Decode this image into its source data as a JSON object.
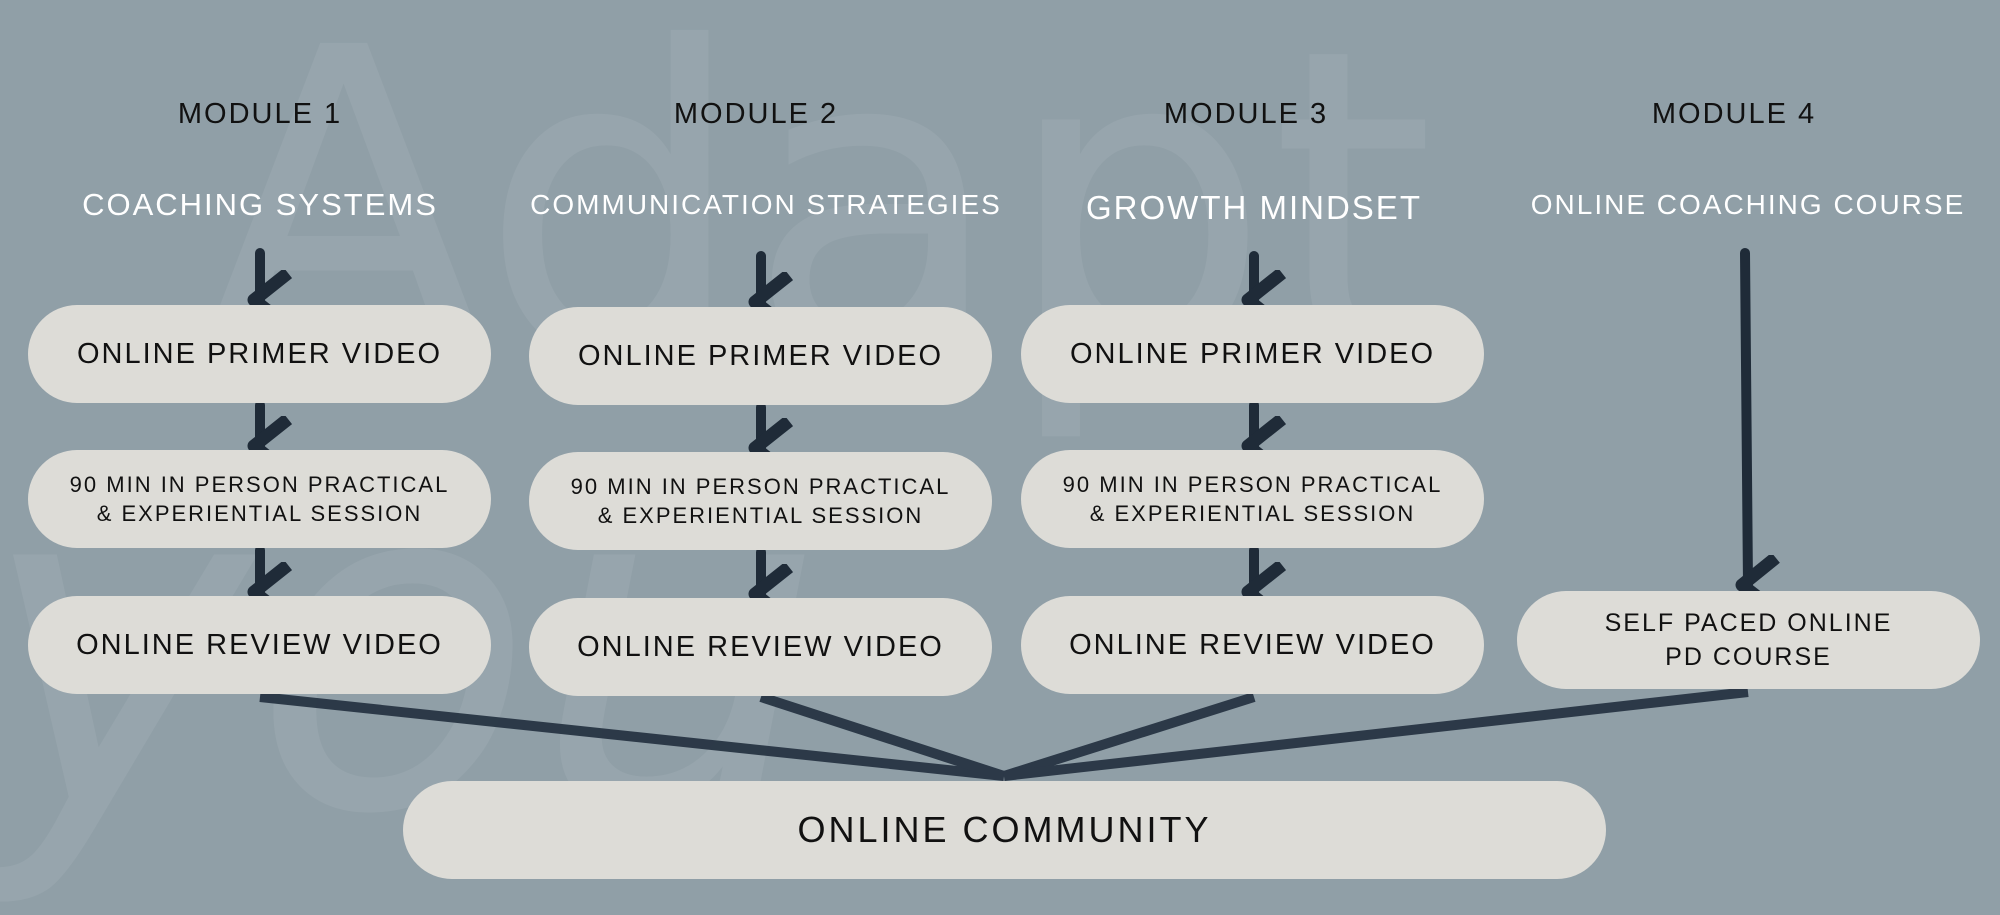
{
  "modules": [
    {
      "label": "MODULE 1",
      "title": "COACHING SYSTEMS",
      "primer": "ONLINE PRIMER VIDEO",
      "session_line1": "90 MIN IN PERSON PRACTICAL",
      "session_line2": "& EXPERIENTIAL SESSION",
      "review": "ONLINE REVIEW VIDEO"
    },
    {
      "label": "MODULE 2",
      "title": "COMMUNICATION STRATEGIES",
      "primer": "ONLINE PRIMER VIDEO",
      "session_line1": "90 MIN IN PERSON PRACTICAL",
      "session_line2": "& EXPERIENTIAL SESSION",
      "review": "ONLINE REVIEW VIDEO"
    },
    {
      "label": "MODULE 3",
      "title": "GROWTH MINDSET",
      "primer": "ONLINE PRIMER VIDEO",
      "session_line1": "90 MIN IN PERSON PRACTICAL",
      "session_line2": "& EXPERIENTIAL SESSION",
      "review": "ONLINE REVIEW VIDEO"
    },
    {
      "label": "MODULE 4",
      "title": "ONLINE COACHING COURSE",
      "course_line1": "SELF PACED ONLINE",
      "course_line2": "PD COURSE"
    }
  ],
  "community": "ONLINE COMMUNITY",
  "colors": {
    "background": "#909fa7",
    "box": "#dddcd7",
    "arrow": "#1f2b38"
  }
}
